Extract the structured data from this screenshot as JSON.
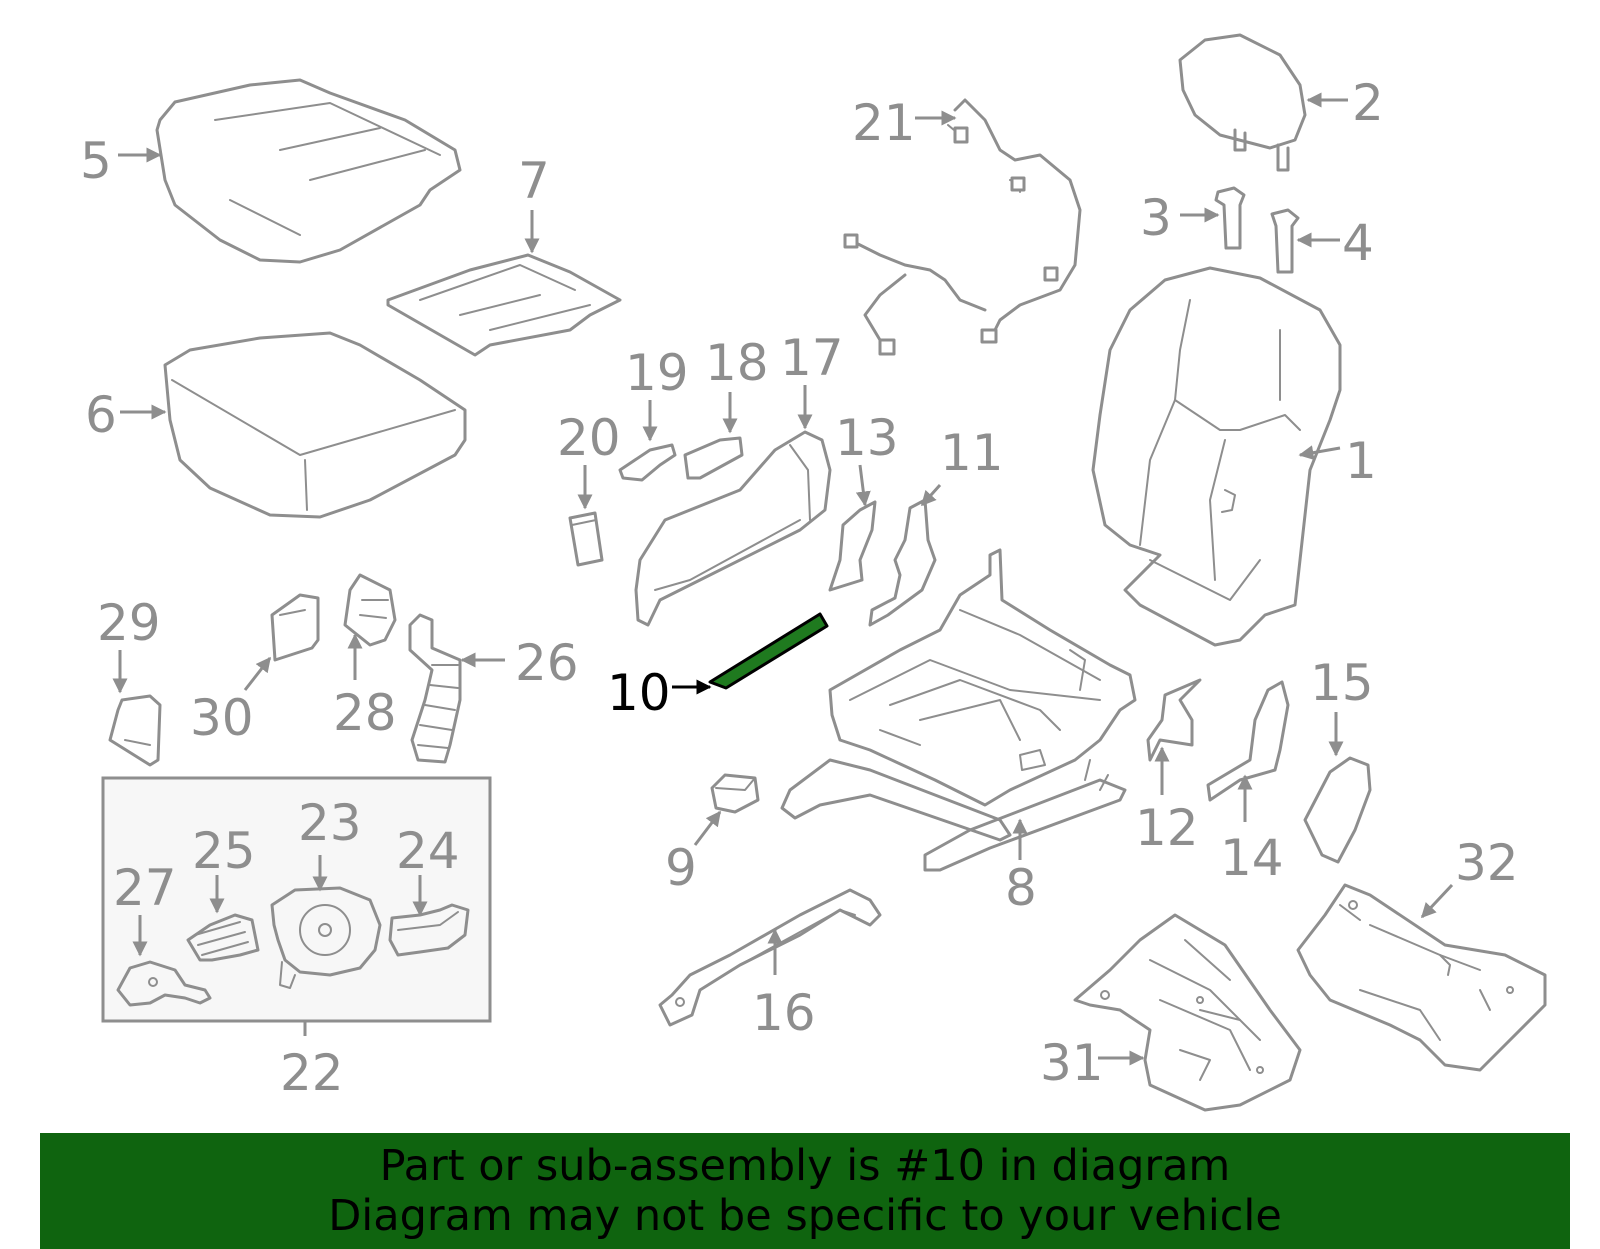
{
  "colors": {
    "line": "#8e8e8e",
    "highlight": "#1f7a1f",
    "banner": "#0f640f",
    "group_box": "#f7f7f7"
  },
  "highlighted_part": "10",
  "callouts": {
    "c1": "1",
    "c2": "2",
    "c3": "3",
    "c4": "4",
    "c5": "5",
    "c6": "6",
    "c7": "7",
    "c8": "8",
    "c9": "9",
    "c10": "10",
    "c11": "11",
    "c12": "12",
    "c13": "13",
    "c14": "14",
    "c15": "15",
    "c16": "16",
    "c17": "17",
    "c18": "18",
    "c19": "19",
    "c20": "20",
    "c21": "21",
    "c22": "22",
    "c23": "23",
    "c24": "24",
    "c25": "25",
    "c26": "26",
    "c27": "27",
    "c28": "28",
    "c29": "29",
    "c30": "30",
    "c31": "31",
    "c32": "32"
  },
  "banner": {
    "line1": "Part or sub-assembly is #10 in diagram",
    "line2": "Diagram may not be specific to your vehicle"
  }
}
